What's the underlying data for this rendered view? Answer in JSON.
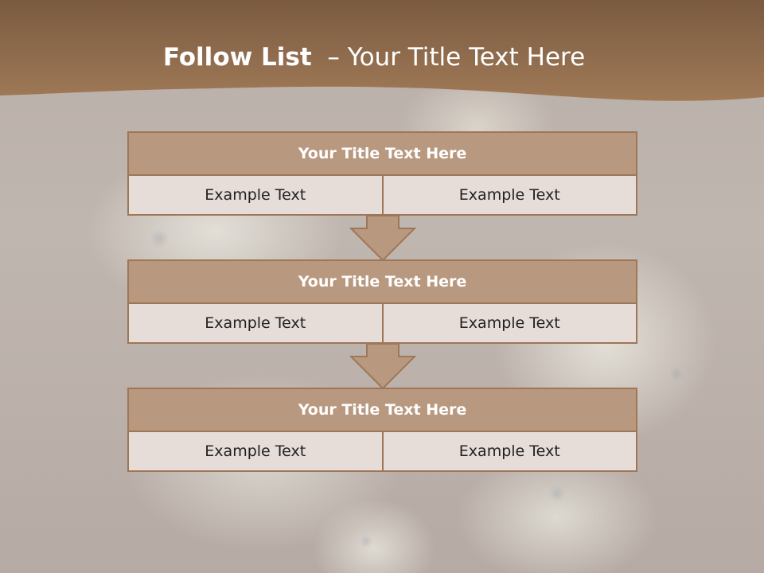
{
  "slide": {
    "title_bold": "Follow List",
    "title_rest": "  – Your Title Text Here"
  },
  "blocks": [
    {
      "title": "Your Title Text Here",
      "left": "Example Text",
      "right": "Example Text"
    },
    {
      "title": "Your Title Text Here",
      "left": "Example Text",
      "right": "Example Text"
    },
    {
      "title": "Your Title Text Here",
      "left": "Example Text",
      "right": "Example Text"
    }
  ],
  "colors": {
    "header_brown": "#8d6a4d",
    "title_fill": "#b99880",
    "border": "#9d7758",
    "cell_fill": "#e6dcd8"
  }
}
